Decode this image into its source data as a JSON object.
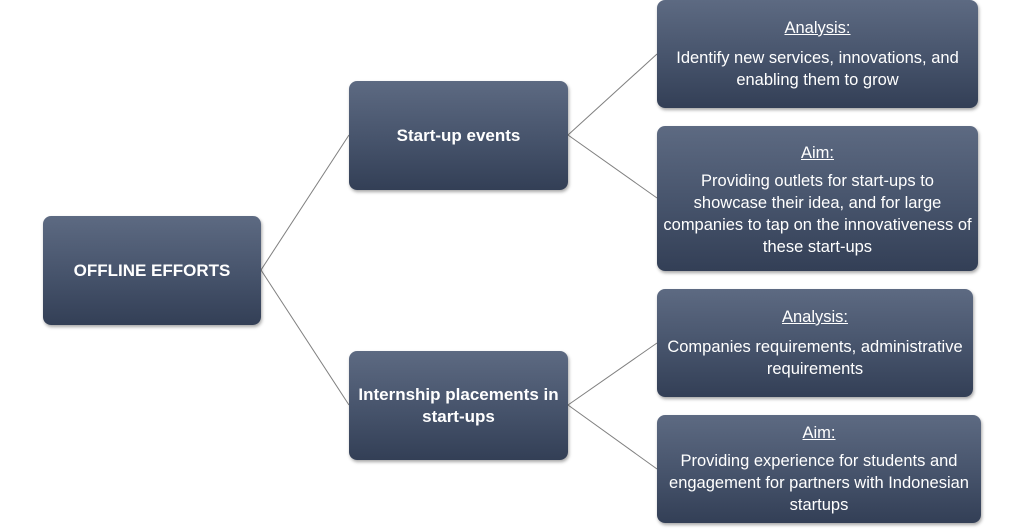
{
  "root": {
    "label": "OFFLINE EFFORTS"
  },
  "branches": [
    {
      "label": "Start-up events",
      "children": [
        {
          "heading": "Analysis:",
          "text": "Identify new services, innovations, and enabling them to grow"
        },
        {
          "heading": "Aim:",
          "text": "Providing outlets for start-ups to showcase their idea, and for large companies to tap on the innovativeness of these start-ups"
        }
      ]
    },
    {
      "label": "Internship placements in start-ups",
      "children": [
        {
          "heading": "Analysis:",
          "text": "Companies requirements, administrative requirements"
        },
        {
          "heading": "Aim:",
          "text": "Providing experience for students and engagement for partners with Indonesian startups"
        }
      ]
    }
  ],
  "colors": {
    "node_top": "#5d6a82",
    "node_bottom": "#333f56",
    "connector": "#7f7f7f",
    "text": "#ffffff"
  }
}
